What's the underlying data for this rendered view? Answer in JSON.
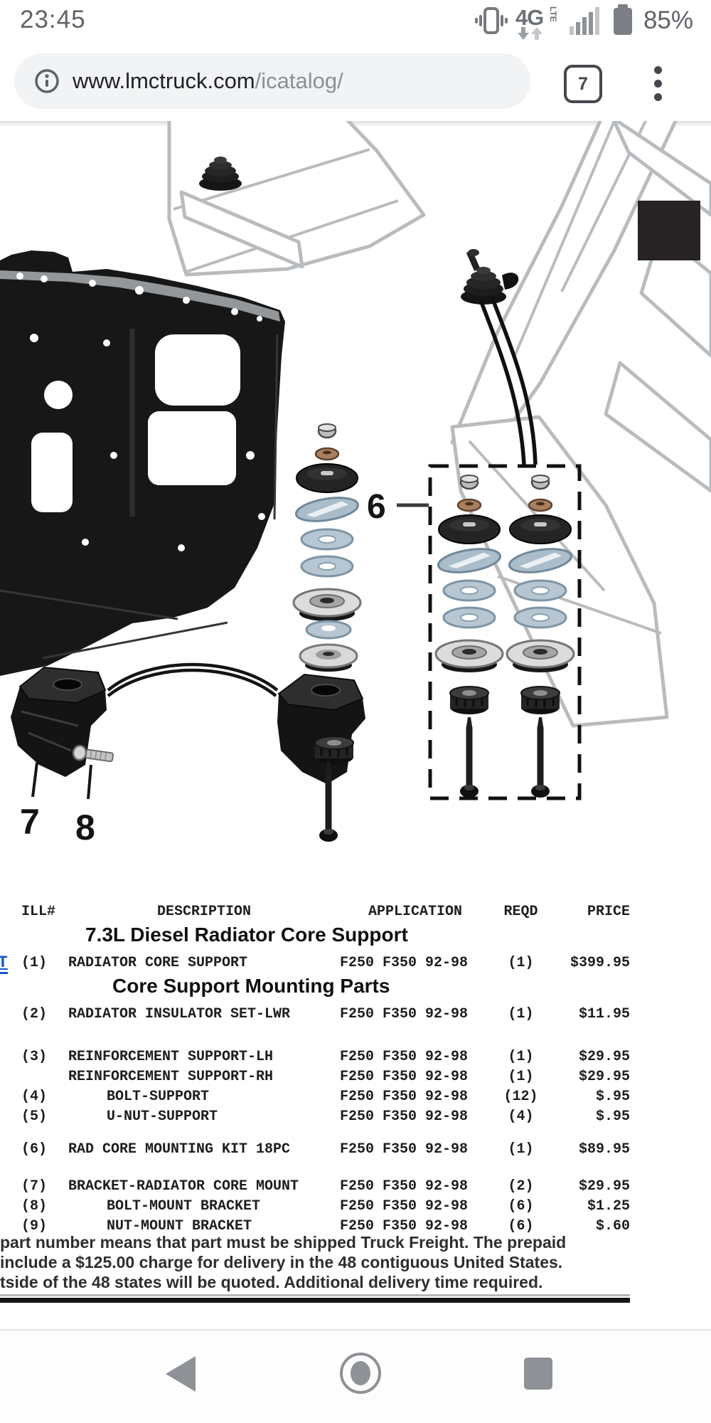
{
  "status_bar": {
    "time": "23:45",
    "network": "4G",
    "network_band": "LTE",
    "battery_pct": "85%"
  },
  "browser": {
    "url_domain": "www.lmctruck.com",
    "url_path": "/icatalog/",
    "tab_count": "7"
  },
  "diagram": {
    "callout_6": "6",
    "callout_7": "7",
    "callout_8": "8"
  },
  "catalog": {
    "headers": {
      "ill": "ILL#",
      "description": "DESCRIPTION",
      "application": "APPLICATION",
      "reqd": "REQD",
      "price": "PRICE"
    },
    "section1_title": "7.3L Diesel Radiator Core Support",
    "section2_title": "Core Support Mounting Parts",
    "left_link_text": "T",
    "rows": [
      {
        "ill": "(1)",
        "description": "RADIATOR CORE SUPPORT",
        "application": "F250 F350 92-98",
        "reqd": "(1)",
        "price": "$399.95"
      },
      {
        "ill": "(2)",
        "description": "RADIATOR INSULATOR SET-LWR",
        "application": "F250 F350 92-98",
        "reqd": "(1)",
        "price": "$11.95"
      },
      {
        "ill": "(3)",
        "description": "REINFORCEMENT SUPPORT-LH",
        "application": "F250 F350 92-98",
        "reqd": "(1)",
        "price": "$29.95"
      },
      {
        "ill": "",
        "description": "REINFORCEMENT SUPPORT-RH",
        "application": "F250 F350 92-98",
        "reqd": "(1)",
        "price": "$29.95"
      },
      {
        "ill": "(4)",
        "description": "BOLT-SUPPORT",
        "application": "F250 F350 92-98",
        "reqd": "(12)",
        "price": "$.95"
      },
      {
        "ill": "(5)",
        "description": "U-NUT-SUPPORT",
        "application": "F250 F350 92-98",
        "reqd": "(4)",
        "price": "$.95"
      },
      {
        "ill": "(6)",
        "description": "RAD CORE MOUNTING KIT 18PC",
        "application": "F250 F350 92-98",
        "reqd": "(1)",
        "price": "$89.95"
      },
      {
        "ill": "(7)",
        "description": "BRACKET-RADIATOR CORE MOUNT",
        "application": "F250 F350 92-98",
        "reqd": "(2)",
        "price": "$29.95"
      },
      {
        "ill": "(8)",
        "description": "BOLT-MOUNT BRACKET",
        "application": "F250 F350 92-98",
        "reqd": "(6)",
        "price": "$1.25"
      },
      {
        "ill": "(9)",
        "description": "NUT-MOUNT BRACKET",
        "application": "F250 F350 92-98",
        "reqd": "(6)",
        "price": "$.60"
      }
    ],
    "footnote_lines": [
      "part number means that part must be shipped Truck Freight. The prepaid",
      "include a $125.00 charge for delivery in the 48 contiguous United States.",
      "tside of the 48 states will be quoted. Additional delivery time required."
    ]
  },
  "colors": {
    "link_blue": "#1155cc",
    "pill_gray": "#f1f3f4",
    "icon_gray": "#5f6368"
  }
}
